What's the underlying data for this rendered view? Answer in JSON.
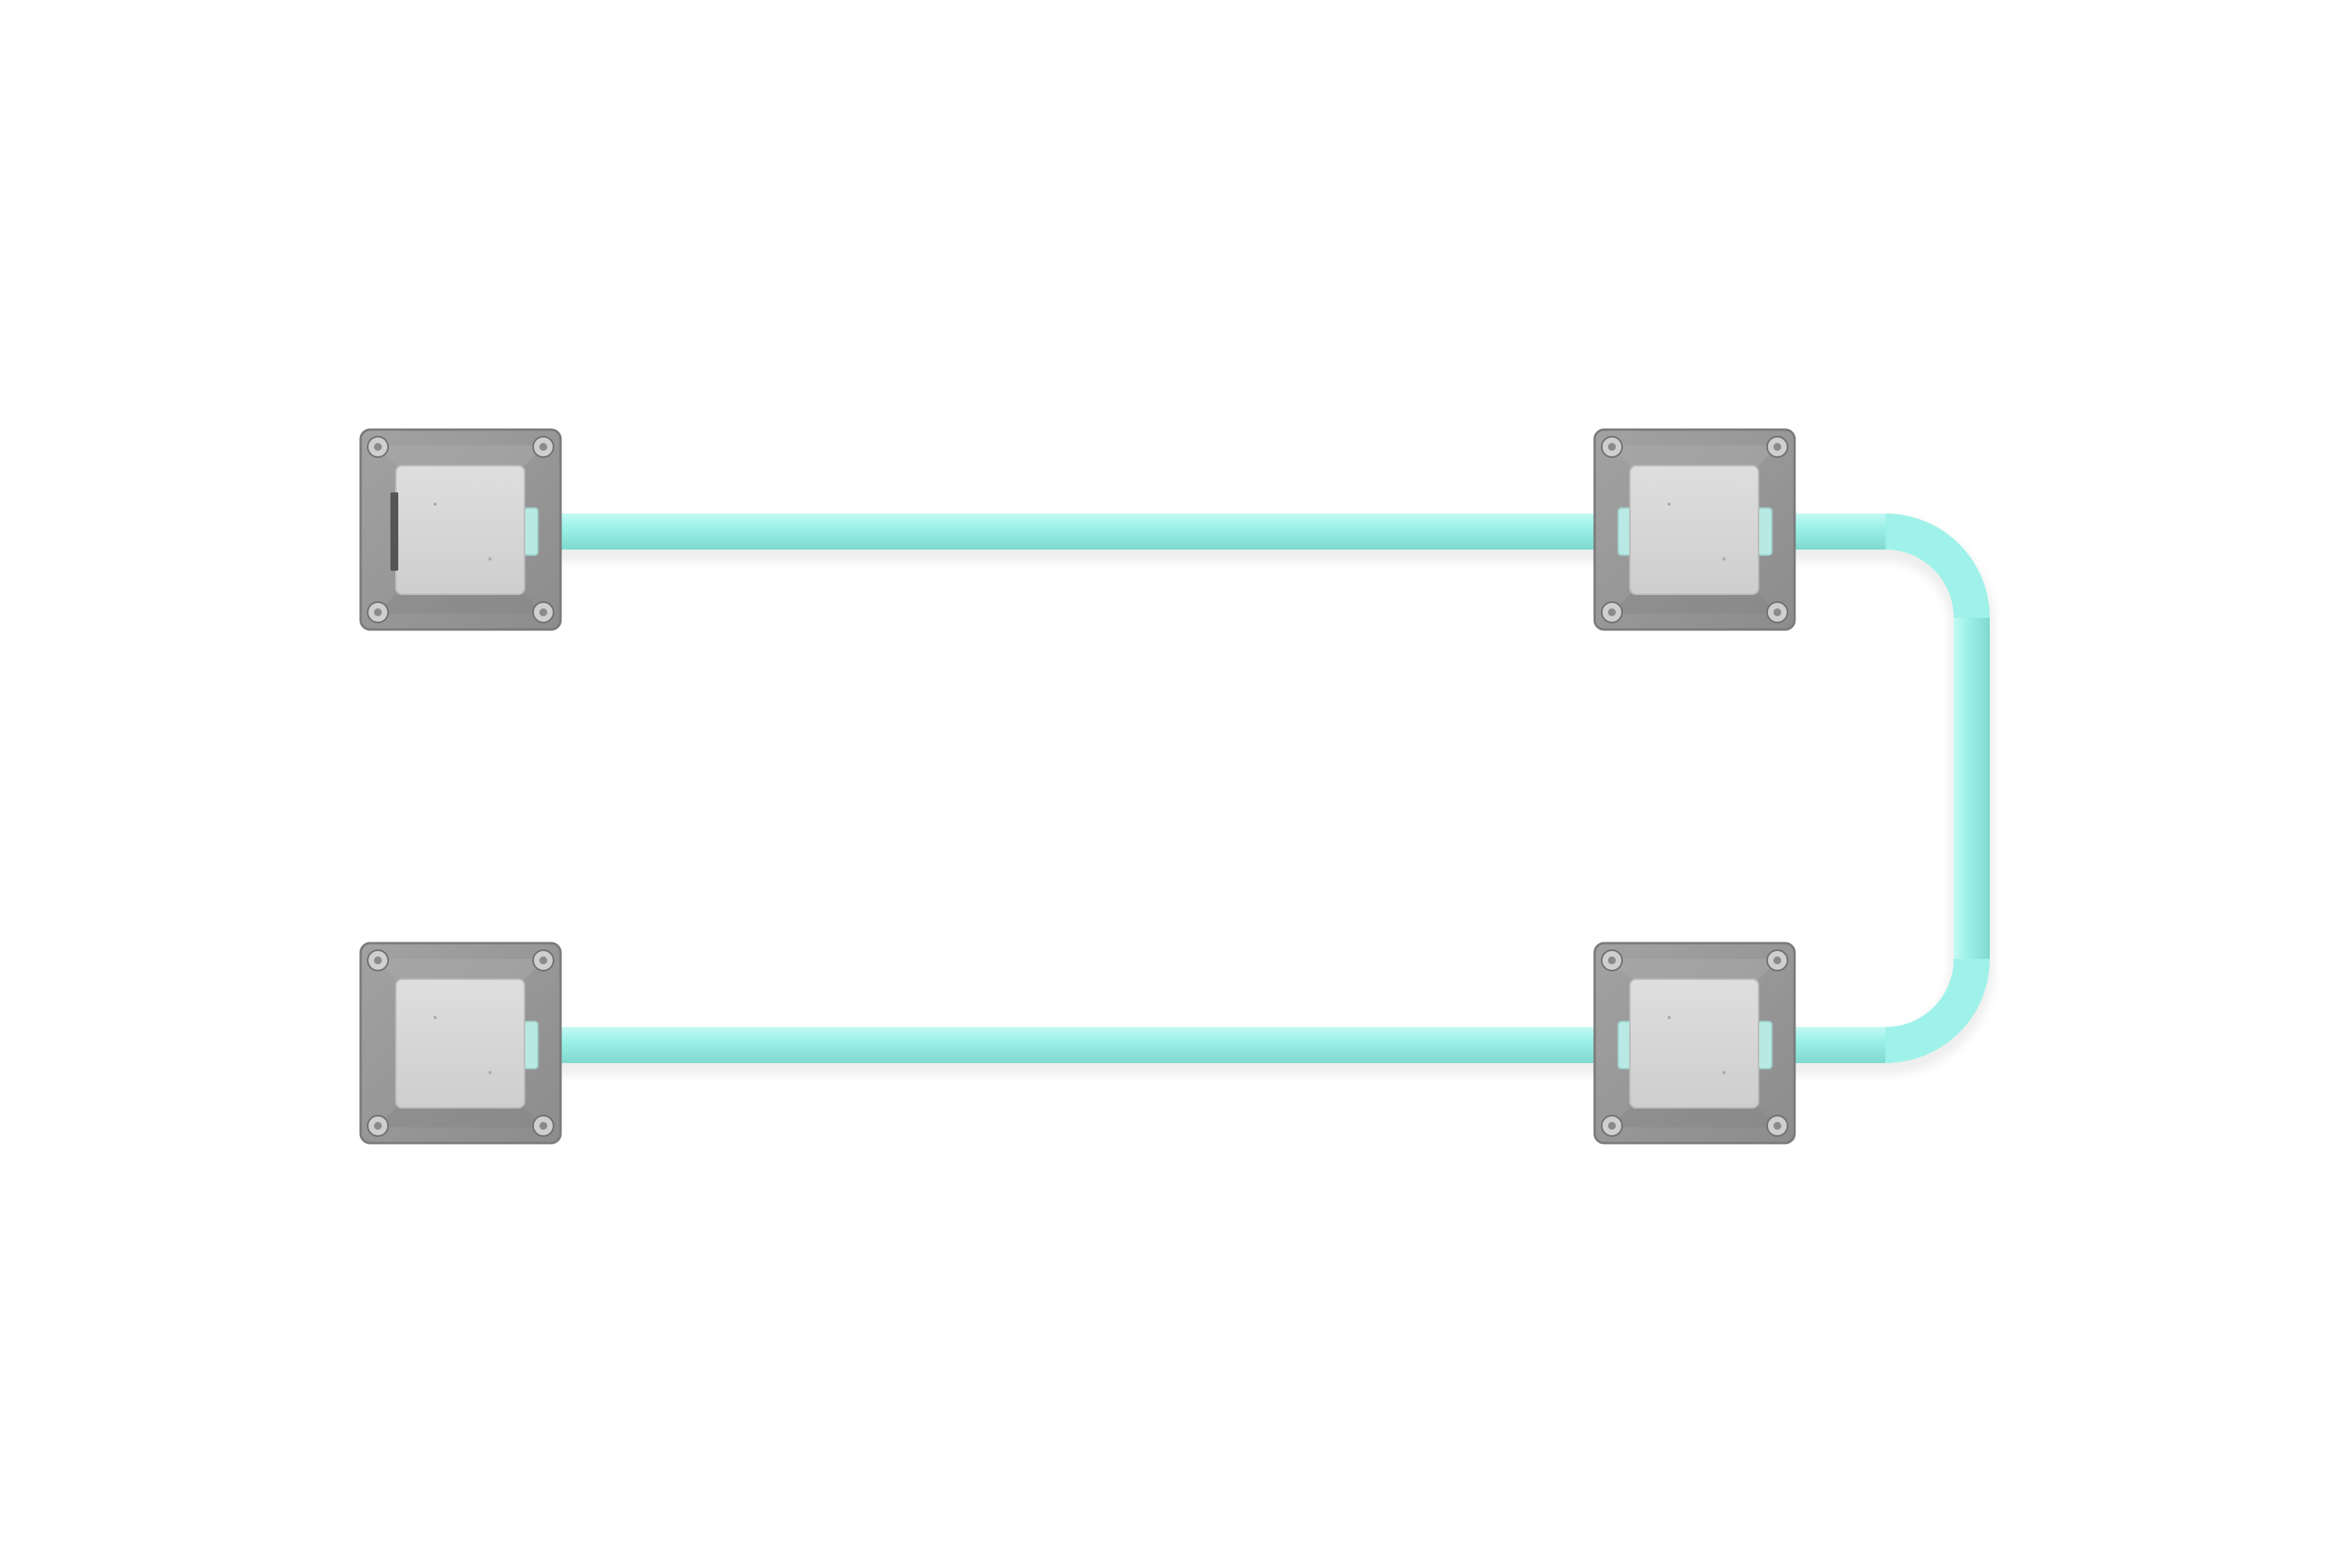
{
  "colors": {
    "background": "#ffffff",
    "pipe": "#9ff2e9",
    "pipe_highlight": "#c4faf4",
    "pipe_shadow": "#7fd9cf",
    "mount_plate": "#939393",
    "mount_plate_edge": "#7b7b7b",
    "mount_bevel": "#a9a9a9",
    "cover_box": "#d6d6d6",
    "cover_box_edge": "#bcbcbc",
    "screw": "#cfcfcf",
    "screw_inner": "#8a8a8a",
    "connector": "#b9e9e4",
    "side_label": "#555555"
  },
  "icons": {
    "junction_box": "junction-box-icon",
    "screw": "screw-icon",
    "pipe": "pipe-segment"
  },
  "junction_boxes": [
    {
      "id": "top-left"
    },
    {
      "id": "top-right"
    },
    {
      "id": "bottom-left"
    },
    {
      "id": "bottom-right"
    }
  ]
}
